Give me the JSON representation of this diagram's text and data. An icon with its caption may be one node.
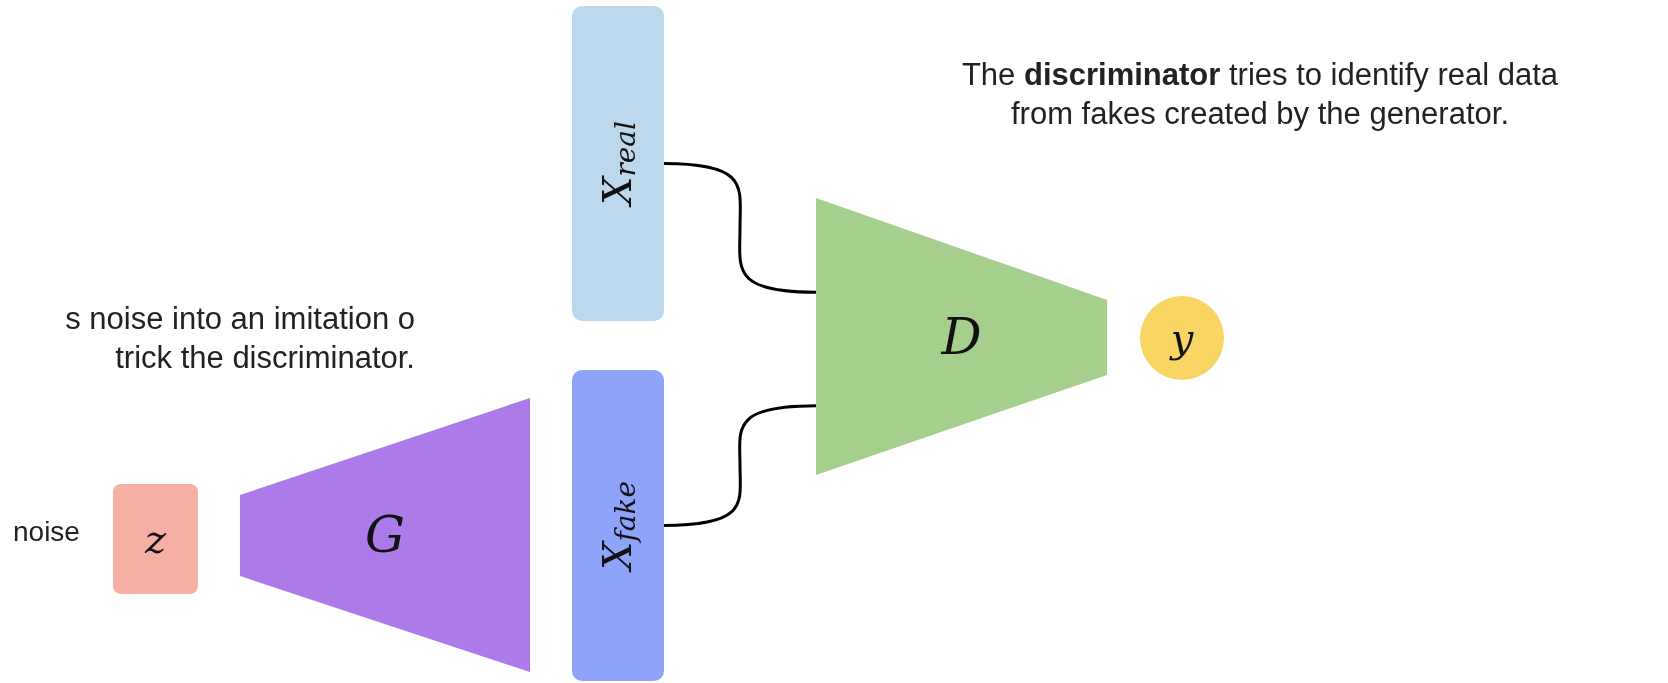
{
  "diagram": {
    "nodes": [
      {
        "text": [
          "z"
        ],
        "beside": [
          "noise"
        ]
      },
      {
        "text": [
          "G"
        ]
      },
      {
        "text": [
          "X$_{fake}$"
        ]
      },
      {
        "text": [
          "X$_{real}$"
        ]
      },
      {
        "text": [
          "D"
        ]
      },
      {
        "text": [
          "y"
        ]
      }
    ],
    "edges": [
      {
        "from": 3,
        "to": 4,
        "arrow": "none"
      },
      {
        "from": 2,
        "to": 4,
        "arrow": "none"
      }
    ],
    "labels": [
      "The **discriminator** tries to identify real data from fakes created by the generator.",
      "s noise into an imitation o trick the discriminator."
    ]
  }
}
